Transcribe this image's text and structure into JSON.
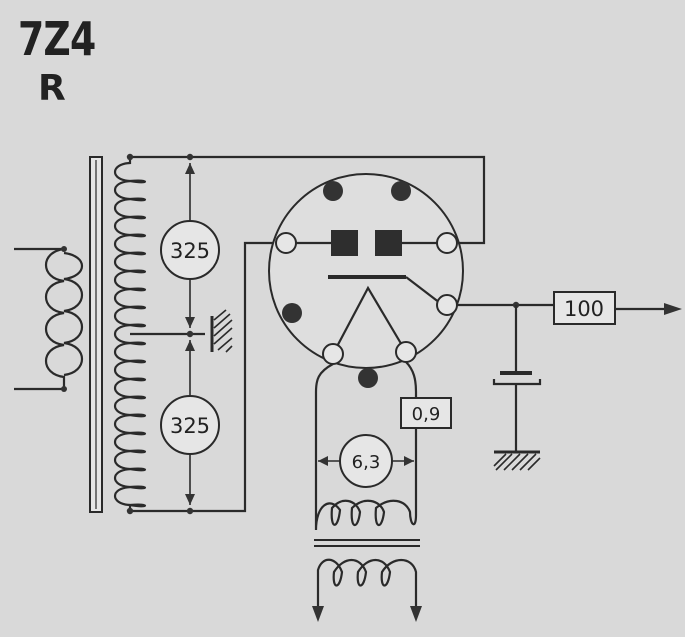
{
  "tube": {
    "type": "7Z4",
    "variant": "R"
  },
  "labels": {
    "hv_upper": "325",
    "hv_lower": "325",
    "filament_voltage": "6,3",
    "filament_current": "0,9",
    "load": "100"
  },
  "colors": {
    "background": "#d9d9d9",
    "ink": "#2a2a2a"
  }
}
